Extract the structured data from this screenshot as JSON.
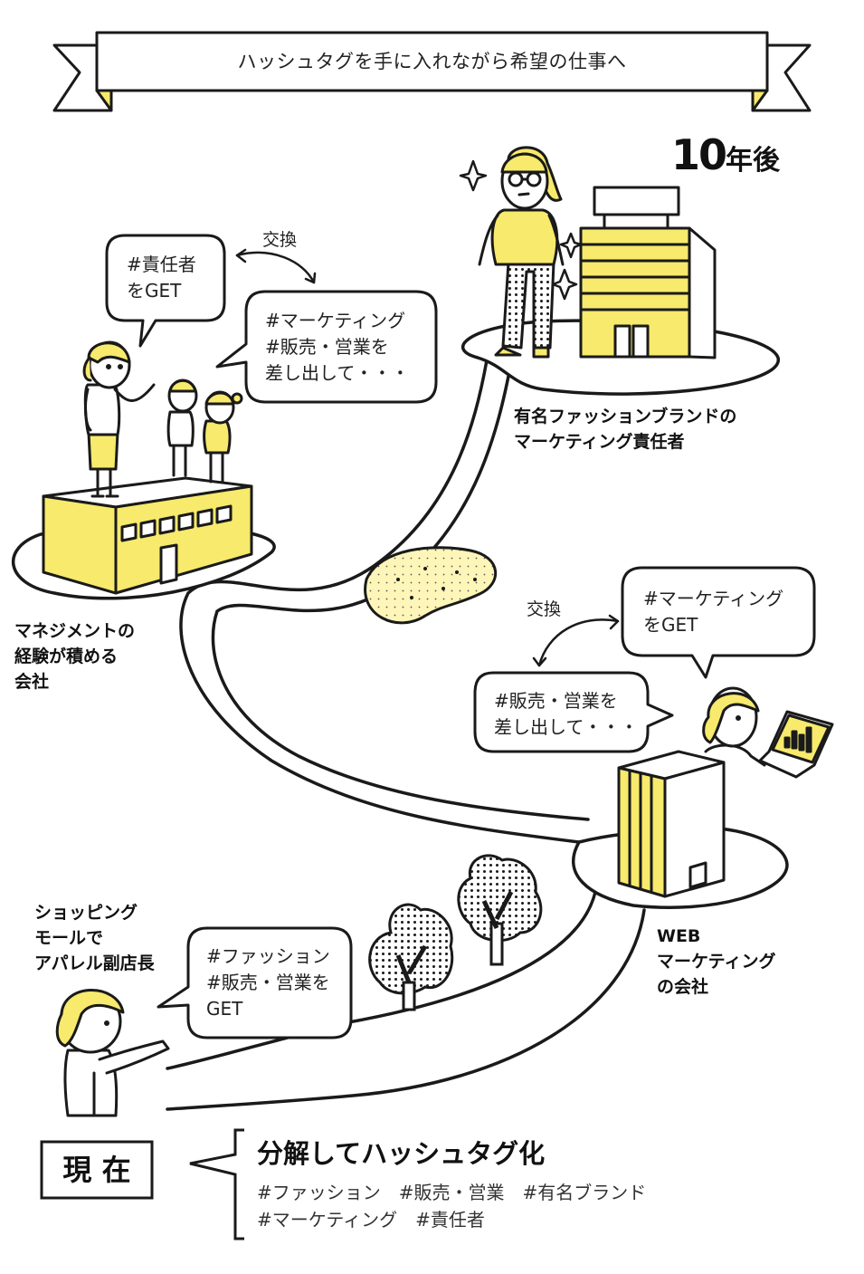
{
  "banner": {
    "title": "ハッシュタグを手に入れながら希望の仕事へ"
  },
  "future": {
    "label": "10年後",
    "number": "10",
    "unit": "年後"
  },
  "bubbles": {
    "responsible": "#責任者\nをGET",
    "marketing_offer": "#マーケティング\n#販売・営業を\n差し出して・・・",
    "marketing_get": "#マーケティング\nをGET",
    "sales_offer": "#販売・営業を\n差し出して・・・",
    "fashion_get": "#ファッション\n#販売・営業を\nGET"
  },
  "exchange_labels": {
    "upper": "交換",
    "lower": "交換"
  },
  "stops": {
    "fashion_brand": "有名ファッションブランドの\nマーケティング責任者",
    "management": "マネジメントの\n経験が積める\n会社",
    "web_marketing": "WEB\nマーケティング\nの会社",
    "mall": "ショッピング\nモールで\nアパレル副店長"
  },
  "present": {
    "label": "現 在",
    "heading": "分解してハッシュタグ化",
    "tags_line1": "#ファッション　#販売・営業　#有名ブランド",
    "tags_line2": "#マーケティング　#責任者"
  },
  "colors": {
    "accent_yellow": "#f7ea6c",
    "line": "#1a1a1a",
    "background": "#ffffff"
  }
}
